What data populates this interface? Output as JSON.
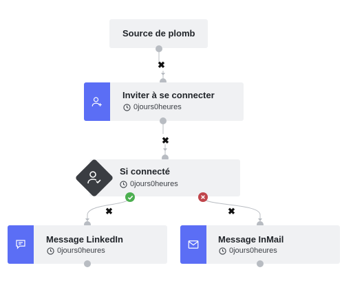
{
  "nodes": {
    "source": {
      "title": "Source de plomb"
    },
    "invite": {
      "title": "Inviter à se connecter",
      "delay": "0jours0heures",
      "icon": "person-add-icon"
    },
    "condition": {
      "title": "Si connecté",
      "delay": "0jours0heures",
      "icon": "person-check-icon"
    },
    "linkedin": {
      "title": "Message LinkedIn",
      "delay": "0jours0heures",
      "icon": "chat-send-icon"
    },
    "inmail": {
      "title": "Message InMail",
      "delay": "0jours0heures",
      "icon": "mail-send-icon"
    }
  },
  "colors": {
    "accent": "#5b6ef5",
    "success": "#4caf50",
    "danger": "#c0454b",
    "condition_bg": "#3a3d42",
    "node_bg": "#f0f1f3"
  },
  "connector_remove_symbol": "✖"
}
